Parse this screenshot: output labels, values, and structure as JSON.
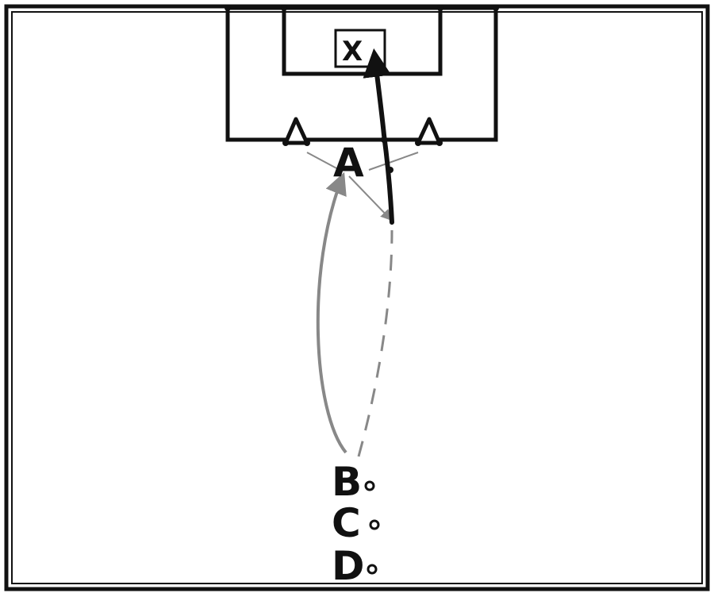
{
  "diagram": {
    "type": "football-drill",
    "players": [
      {
        "id": "keeper",
        "label": "X",
        "role": "goalkeeper"
      },
      {
        "id": "a",
        "label": "A"
      },
      {
        "id": "b",
        "label": "B"
      },
      {
        "id": "c",
        "label": "C"
      },
      {
        "id": "d",
        "label": "D"
      }
    ],
    "cones": 2,
    "markers": [
      "run",
      "pass",
      "shot"
    ],
    "colors": {
      "line": "#111111",
      "pass": "#888888",
      "background": "#ffffff"
    }
  }
}
